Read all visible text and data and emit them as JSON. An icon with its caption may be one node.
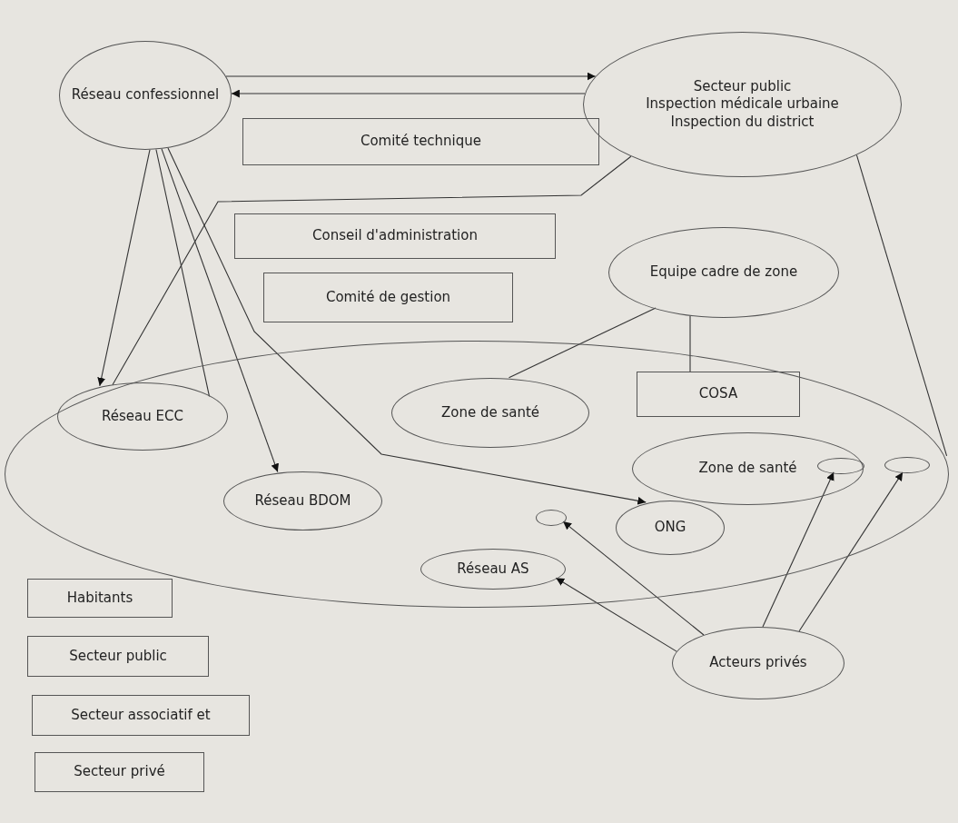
{
  "diagram": {
    "nodes": [
      {
        "text": [
          "Réseau confessionnel"
        ]
      },
      {
        "text": [
          "Secteur public",
          "Inspection médicale urbaine",
          "Inspection du district"
        ]
      },
      {
        "text": [
          "Comité technique"
        ]
      },
      {
        "text": [
          "Conseil d'administration"
        ]
      },
      {
        "text": [
          "Comité de gestion"
        ]
      },
      {
        "text": [
          "Equipe cadre de zone"
        ]
      },
      {
        "text": [],
        "shape": "ellipse"
      },
      {
        "text": [
          "Réseau ECC"
        ],
        "in": 6
      },
      {
        "text": [
          "Zone de santé"
        ],
        "in": 6
      },
      {
        "text": [
          "COSA"
        ],
        "in": 6
      },
      {
        "text": [
          "Zone de santé"
        ],
        "in": 6
      },
      {
        "text": [],
        "shape": "ellipse",
        "in": 10
      },
      {
        "text": [],
        "shape": "ellipse",
        "in": 6
      },
      {
        "text": [
          "Réseau BDOM"
        ],
        "in": 6
      },
      {
        "text": [],
        "shape": "ellipse",
        "in": 6
      },
      {
        "text": [
          "ONG"
        ],
        "in": 6
      },
      {
        "text": [
          "Réseau AS"
        ],
        "in": 6
      },
      {
        "text": [
          "Habitants"
        ]
      },
      {
        "text": [
          "Secteur public"
        ]
      },
      {
        "text": [
          "Secteur associatif et"
        ]
      },
      {
        "text": [
          "Secteur privé"
        ]
      },
      {
        "text": [
          "Acteurs privés"
        ]
      }
    ],
    "edges": [
      {
        "from": 0,
        "to": 1,
        "arrow": "to"
      },
      {
        "from": 1,
        "to": 0,
        "arrow": "to"
      },
      {
        "from": 0,
        "to": 7,
        "arrow": "to"
      },
      {
        "from": 0,
        "to": 7,
        "arrow": "none"
      },
      {
        "from": 0,
        "to": 13,
        "arrow": "to"
      },
      {
        "from": 0,
        "to": 15,
        "arrow": "to"
      },
      {
        "from": 1,
        "to": 7,
        "arrow": "none"
      },
      {
        "from": 1,
        "to": 6,
        "arrow": "none"
      },
      {
        "from": 8,
        "to": 5,
        "arrow": "none"
      },
      {
        "from": 5,
        "to": 9,
        "arrow": "none"
      },
      {
        "from": 21,
        "to": 16,
        "arrow": "to"
      },
      {
        "from": 21,
        "to": 14,
        "arrow": "to"
      },
      {
        "from": 21,
        "to": 11,
        "arrow": "to"
      },
      {
        "from": 21,
        "to": 12,
        "arrow": "to"
      }
    ]
  }
}
